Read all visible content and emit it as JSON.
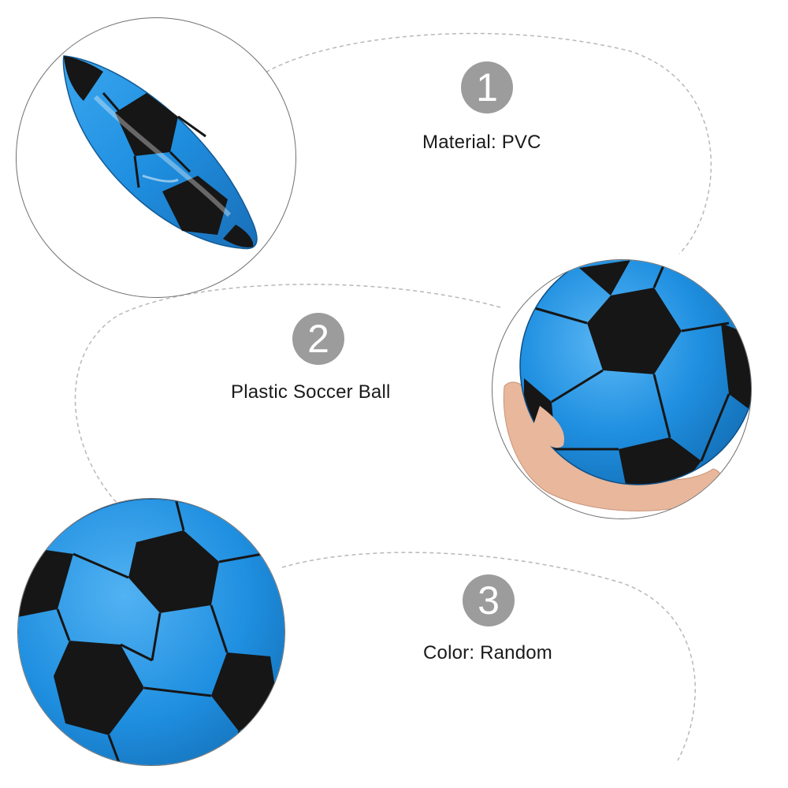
{
  "features": [
    {
      "number": "1",
      "text": "Material: PVC"
    },
    {
      "number": "2",
      "text": "Plastic Soccer Ball"
    },
    {
      "number": "3",
      "text": "Color: Random"
    }
  ],
  "colors": {
    "ball_blue": "#1f8fe0",
    "panel_black": "#161616",
    "badge_gray": "#9c9c9c",
    "dashed_line": "#b8b8b8"
  }
}
